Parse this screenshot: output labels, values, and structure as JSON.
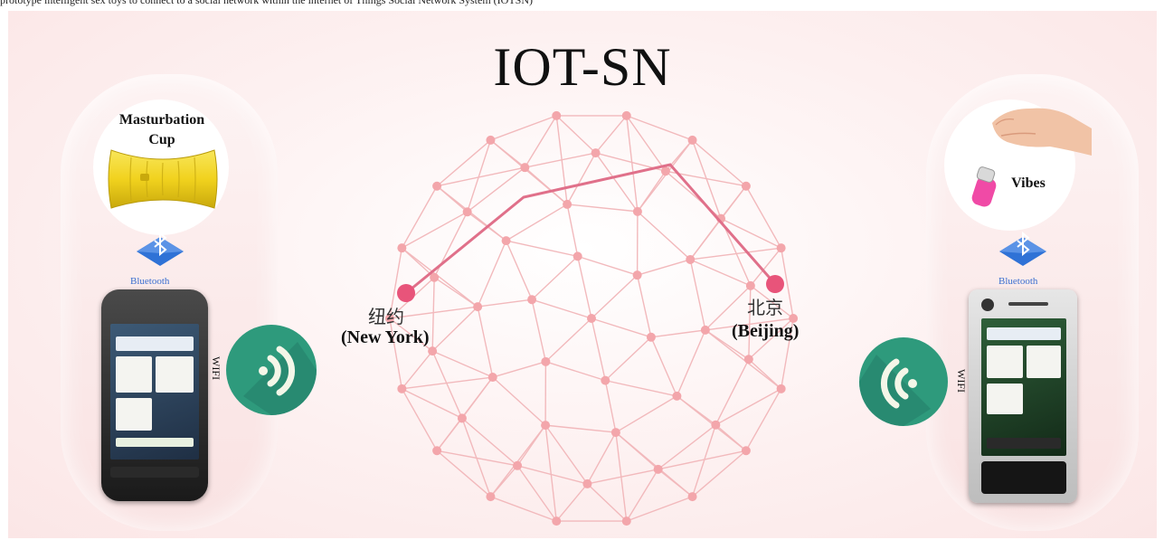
{
  "caption": "prototype intelligent sex toys to connect to a social network within the internet of Things Social Network System (IOTSN)",
  "title": "IOT-SN",
  "left": {
    "device_label": "Masturbation Cup",
    "bluetooth_label": "Bluetooth",
    "wifi_label": "WIFI",
    "city_cn": "纽约",
    "city_en": "(New York)"
  },
  "right": {
    "device_label": "Vibes",
    "bluetooth_label": "Bluetooth",
    "wifi_label": "WIFI",
    "city_cn": "北京",
    "city_en": "(Beijing)"
  },
  "colors": {
    "network_line": "#f2b9bc",
    "network_node": "#f3a6ab",
    "route_line": "#e0708a",
    "endpoint": "#e8547a",
    "wifi_badge": "#2e9a7c",
    "bluetooth": "#2f72d6",
    "cup": "#f1d21e",
    "vibe": "#f04aa6"
  },
  "icons": {
    "bluetooth": "bluetooth-icon",
    "wifi": "wifi-icon",
    "phone": "smartphone-icon"
  }
}
